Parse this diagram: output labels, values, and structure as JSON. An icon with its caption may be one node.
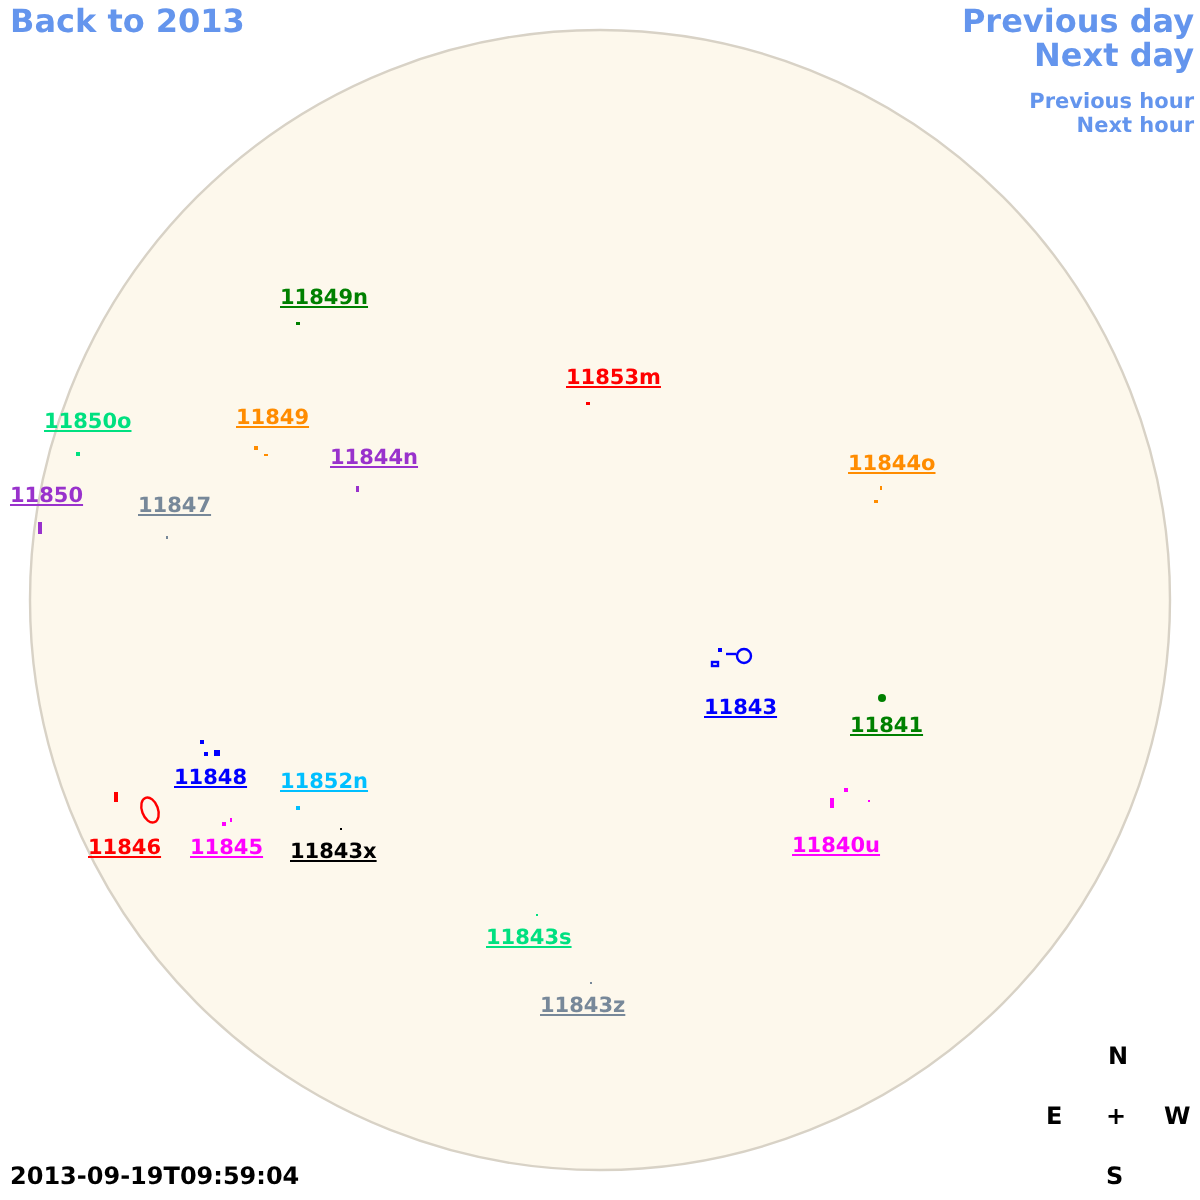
{
  "diagram": {
    "labels": [
      "Back to 2013",
      "Previous day",
      "Next day",
      "Previous hour",
      "Next hour",
      "11849n",
      "11853m",
      "11850o",
      "11849",
      "11844n",
      "11844o",
      "11850",
      "11847",
      "11843",
      "11841",
      "11848",
      "11852n",
      "11846",
      "11845",
      "11843x",
      "11840u",
      "11843s",
      "11843z",
      "N",
      "E",
      "+",
      "W",
      "2013-09-19T09:59:04",
      "S"
    ]
  }
}
